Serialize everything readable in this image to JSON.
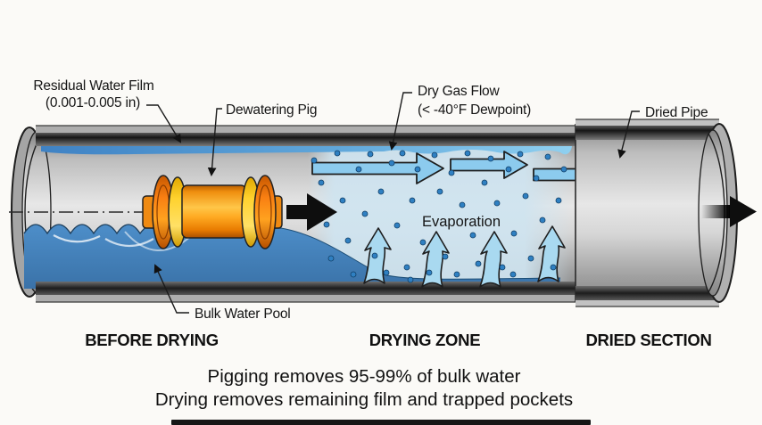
{
  "diagram": {
    "callouts": {
      "residual_film": {
        "line1": "Residual Water Film",
        "line2": "(0.001-0.005 in)"
      },
      "dewatering_pig": "Dewatering Pig",
      "dry_gas": {
        "line1": "Dry Gas Flow",
        "line2": "(< -40°F Dewpoint)"
      },
      "dried_pipe": "Dried Pipe",
      "evaporation": "Evaporation",
      "bulk_water_pool": "Bulk Water Pool"
    },
    "sections": [
      {
        "id": "before-drying",
        "label": "BEFORE DRYING"
      },
      {
        "id": "drying-zone",
        "label": "DRYING ZONE"
      },
      {
        "id": "dried-section",
        "label": "DRIED SECTION"
      }
    ],
    "caption": {
      "line1": "Pigging removes 95-99% of bulk water",
      "line2": "Drying removes remaining film and trapped pockets"
    },
    "colors": {
      "background": "#fbfaf7",
      "water": "#4283bd",
      "film": "#4f93cf",
      "drying_mist": "#cfe4f0",
      "gas_arrow": "#8ccbee",
      "droplet": "#2f80c2",
      "pig_body": "#ff9d1e",
      "pig_flange": "#f4700d",
      "pig_disc": "#ffd22e",
      "pipe_dark_band": "#1c1c1c",
      "pipe_gray": "#c6c6c6",
      "text": "#151515"
    }
  }
}
